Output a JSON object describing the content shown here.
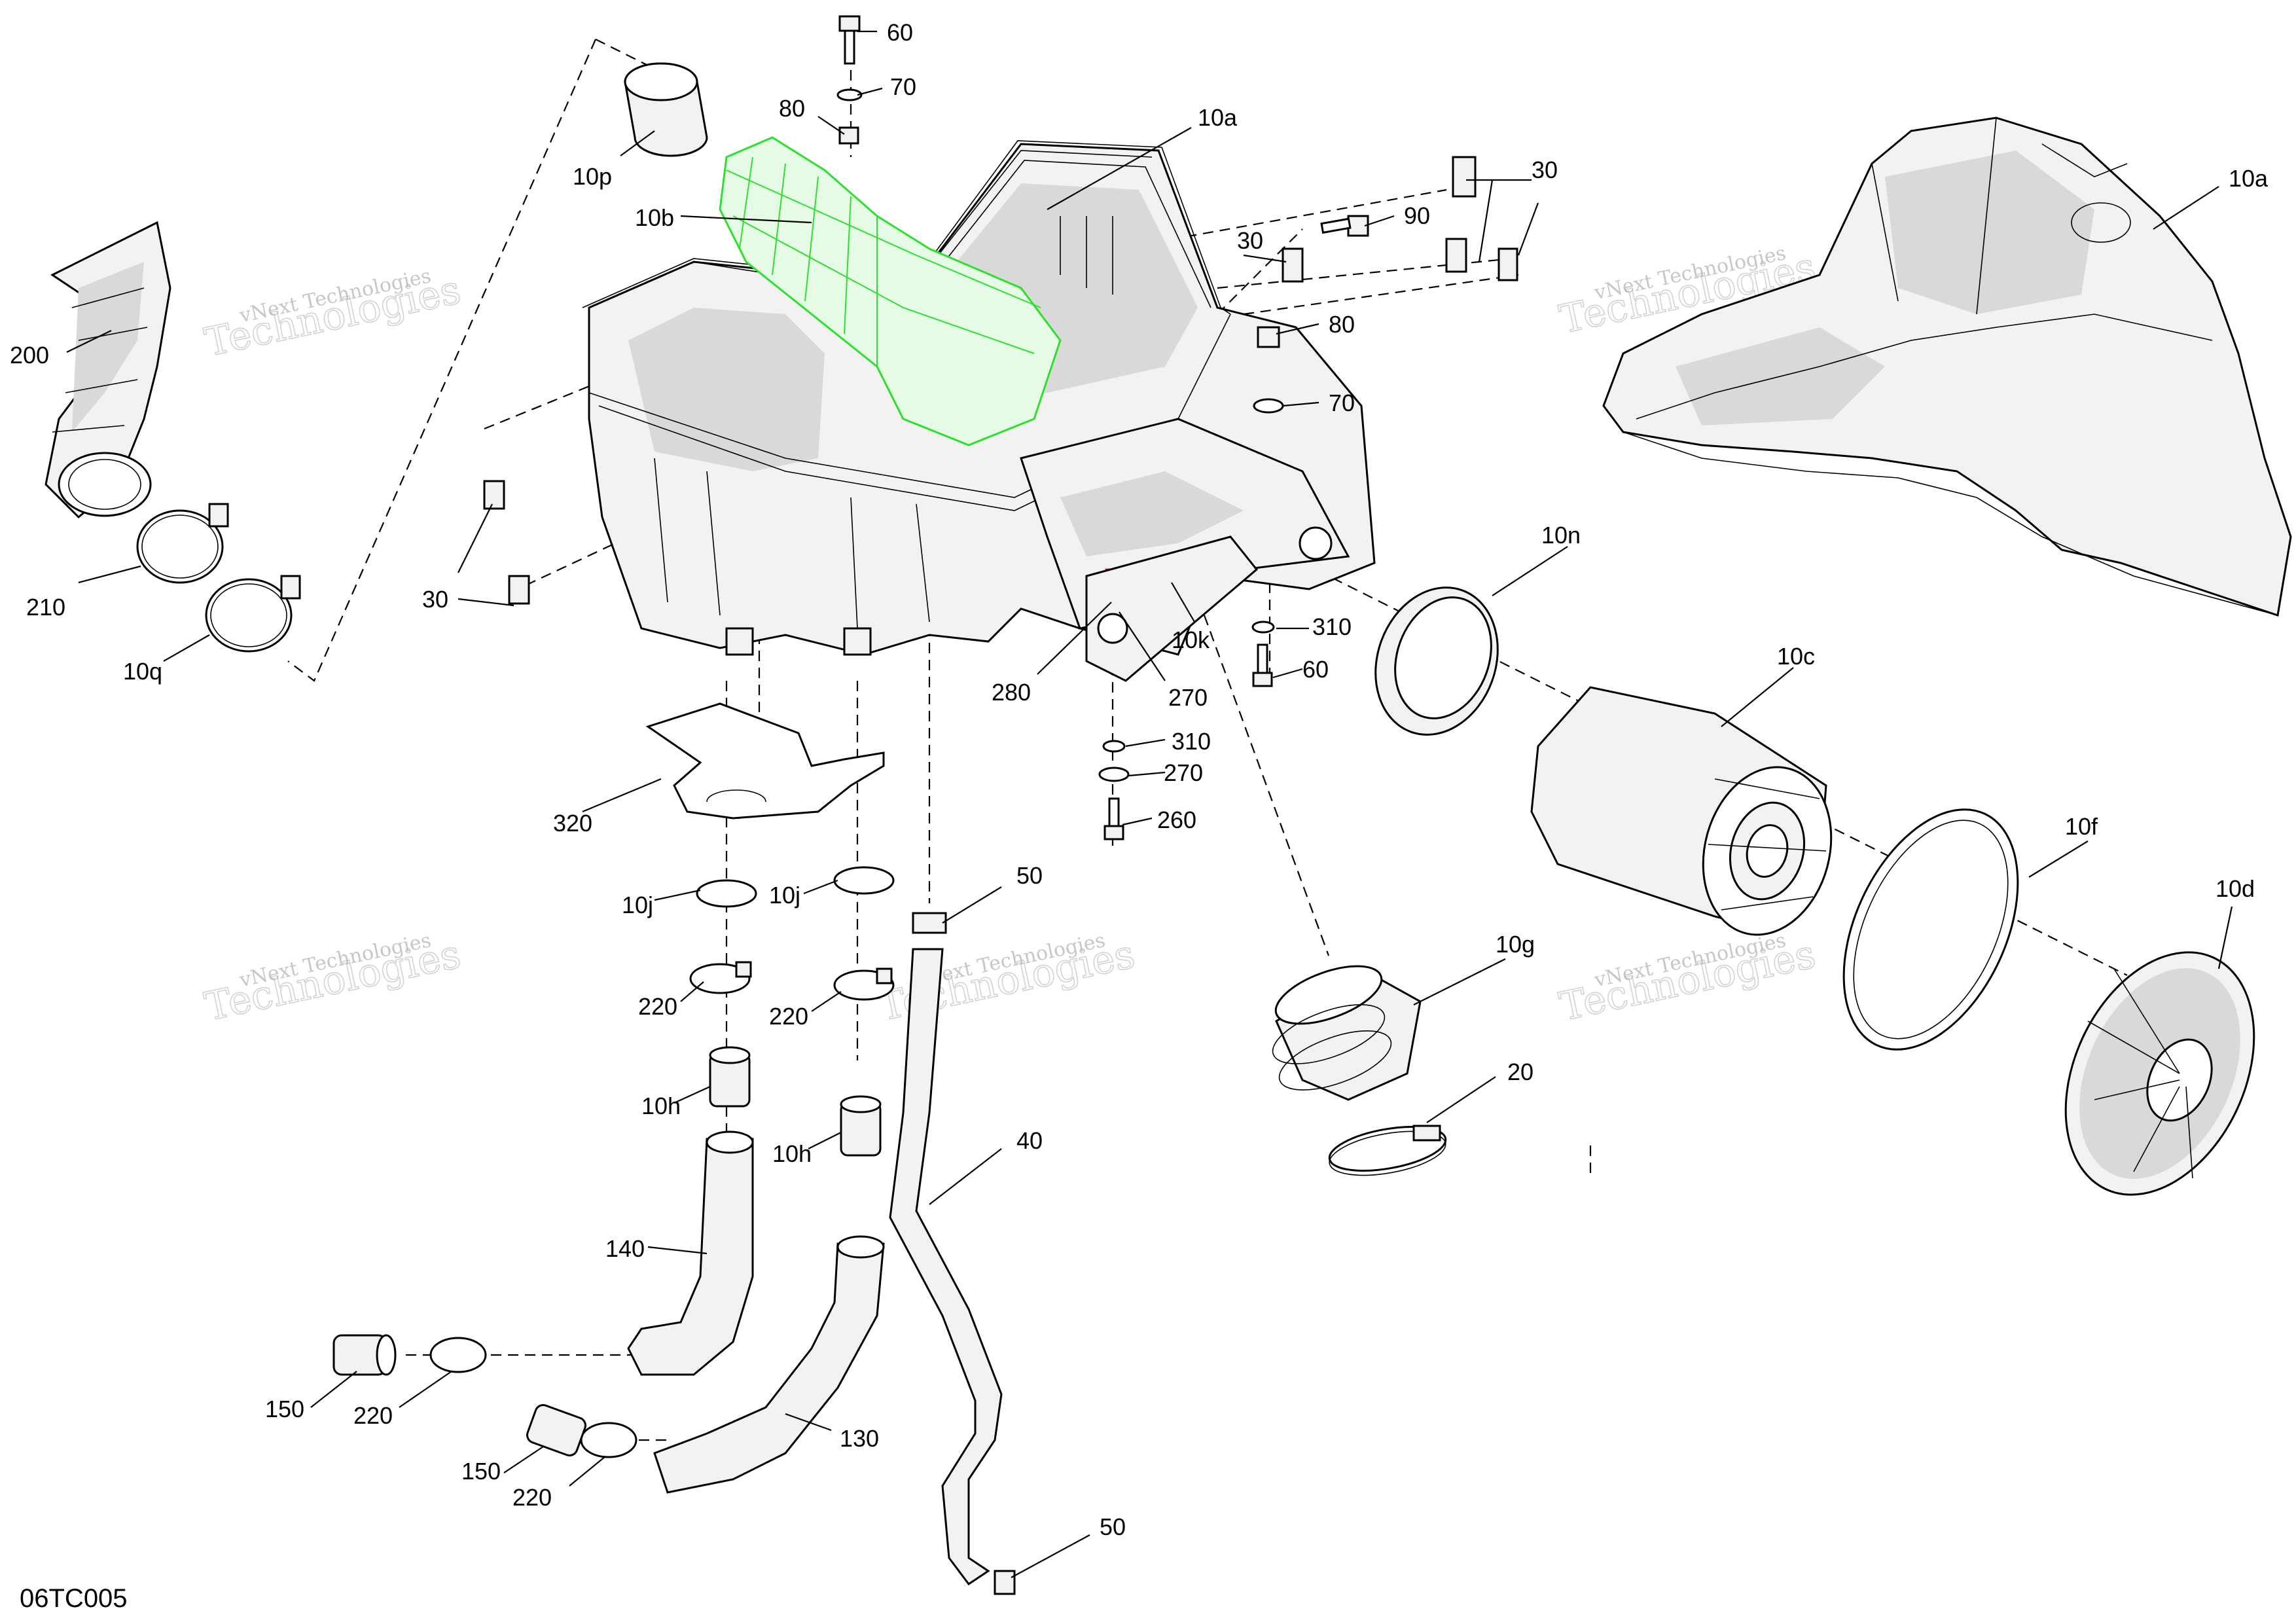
{
  "diagram_code": "06TC005",
  "watermark": {
    "line1": "vNext Technologies",
    "line2": "Technologies"
  },
  "callouts": [
    {
      "id": "c60a",
      "label": "60"
    },
    {
      "id": "c70a",
      "label": "70"
    },
    {
      "id": "c80a",
      "label": "80"
    },
    {
      "id": "c10a-main",
      "label": "10a"
    },
    {
      "id": "c10p",
      "label": "10p"
    },
    {
      "id": "c10b",
      "label": "10b"
    },
    {
      "id": "c30a",
      "label": "30"
    },
    {
      "id": "c30b",
      "label": "30"
    },
    {
      "id": "c90",
      "label": "90"
    },
    {
      "id": "c80b",
      "label": "80"
    },
    {
      "id": "c70b",
      "label": "70"
    },
    {
      "id": "c10a-cover",
      "label": "10a"
    },
    {
      "id": "c200",
      "label": "200"
    },
    {
      "id": "c210",
      "label": "210"
    },
    {
      "id": "c10q",
      "label": "10q"
    },
    {
      "id": "c30c",
      "label": "30"
    },
    {
      "id": "c10n",
      "label": "10n"
    },
    {
      "id": "c310a",
      "label": "310"
    },
    {
      "id": "c60b",
      "label": "60"
    },
    {
      "id": "c10k",
      "label": "10k"
    },
    {
      "id": "c280",
      "label": "280"
    },
    {
      "id": "c270a",
      "label": "270"
    },
    {
      "id": "c10c",
      "label": "10c"
    },
    {
      "id": "c310b",
      "label": "310"
    },
    {
      "id": "c270b",
      "label": "270"
    },
    {
      "id": "c260",
      "label": "260"
    },
    {
      "id": "c320",
      "label": "320"
    },
    {
      "id": "c10f",
      "label": "10f"
    },
    {
      "id": "c10d",
      "label": "10d"
    },
    {
      "id": "c10j-a",
      "label": "10j"
    },
    {
      "id": "c10j-b",
      "label": "10j"
    },
    {
      "id": "c50a",
      "label": "50"
    },
    {
      "id": "c10g",
      "label": "10g"
    },
    {
      "id": "c220a",
      "label": "220"
    },
    {
      "id": "c220b",
      "label": "220"
    },
    {
      "id": "c10h-a",
      "label": "10h"
    },
    {
      "id": "c10h-b",
      "label": "10h"
    },
    {
      "id": "c20",
      "label": "20"
    },
    {
      "id": "c40",
      "label": "40"
    },
    {
      "id": "c140",
      "label": "140"
    },
    {
      "id": "c150a",
      "label": "150"
    },
    {
      "id": "c220c",
      "label": "220"
    },
    {
      "id": "c130",
      "label": "130"
    },
    {
      "id": "c150b",
      "label": "150"
    },
    {
      "id": "c220d",
      "label": "220"
    },
    {
      "id": "c50b",
      "label": "50"
    }
  ],
  "colors": {
    "highlight_10b": "#2ee02e",
    "highlight_280": "#ff1493",
    "line": "#000000",
    "shading": "#d9d9d9"
  }
}
